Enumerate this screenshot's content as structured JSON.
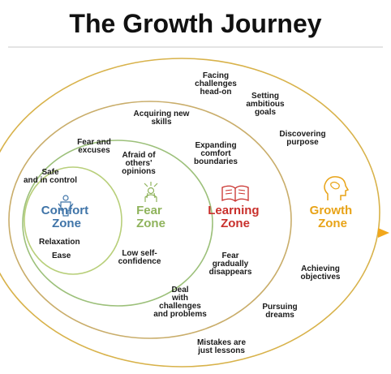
{
  "title": "The Growth Journey",
  "colors": {
    "comfort": "#3f74a8",
    "fear": "#8fb35c",
    "learning": "#c9302c",
    "growth": "#e8a317",
    "ring_outer": "#d8b24a",
    "ring_mid": "#c9ad6a",
    "ring_fear": "#9cc07a",
    "ring_inner": "#b8cf7a",
    "arrow": "#f2a71b",
    "title_rule": "#c9c9c9",
    "text": "#1a1a1a"
  },
  "zones": {
    "comfort": {
      "line1": "Comfort",
      "line2": "Zone",
      "icon": "person-icon"
    },
    "fear": {
      "line1": "Fear",
      "line2": "Zone",
      "icon": "stressed-person-icon"
    },
    "learning": {
      "line1": "Learning",
      "line2": "Zone",
      "icon": "open-book-icon"
    },
    "growth": {
      "line1": "Growth",
      "line2": "Zone",
      "icon": "head-brain-icon"
    }
  },
  "notes": {
    "safe": [
      "Safe",
      "and in control"
    ],
    "relaxation": [
      "Relaxation"
    ],
    "ease": [
      "Ease"
    ],
    "fear_excuses": [
      "Fear and",
      "excuses"
    ],
    "afraid": [
      "Afraid of",
      "others'",
      "opinions"
    ],
    "low_confidence": [
      "Low self-",
      "confidence"
    ],
    "acquiring": [
      "Acquiring new",
      "skills"
    ],
    "expanding": [
      "Expanding",
      "comfort",
      "boundaries"
    ],
    "fear_disappears": [
      "Fear",
      "gradually",
      "disappears"
    ],
    "deal": [
      "Deal",
      "with",
      "challenges",
      "and problems"
    ],
    "facing": [
      "Facing",
      "challenges",
      "head-on"
    ],
    "setting": [
      "Setting",
      "ambitious",
      "goals"
    ],
    "discovering": [
      "Discovering",
      "purpose"
    ],
    "achieving": [
      "Achieving",
      "objectives"
    ],
    "pursuing": [
      "Pursuing",
      "dreams"
    ],
    "mistakes": [
      "Mistakes are",
      "just lessons"
    ]
  }
}
